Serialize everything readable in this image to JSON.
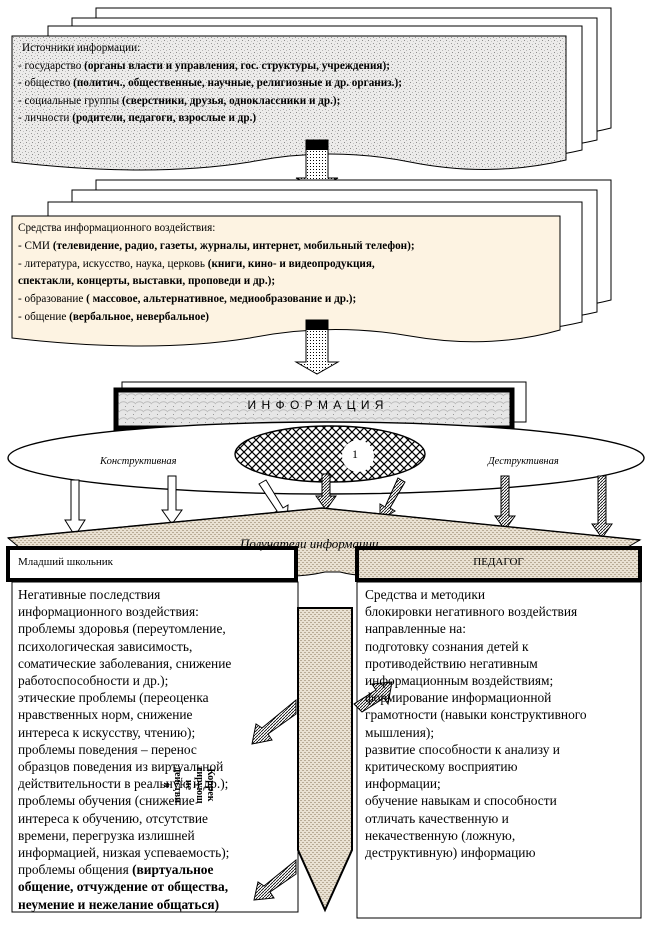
{
  "sources": {
    "title": "Источники информации:",
    "lines": [
      {
        "plain": "- государство ",
        "bold": "(органы власти и управления, гос. структуры, учреждения);"
      },
      {
        "plain": "- общество ",
        "bold": "(политич., общественные, научные, религиозные и др. организ.);"
      },
      {
        "plain": "- социальные группы ",
        "bold": "(сверстники, друзья, одноклассники и др.);"
      },
      {
        "plain": "- личности ",
        "bold": "(родители, педагоги, взрослые и др.)"
      }
    ]
  },
  "means": {
    "title": "Средства информационного воздействия:",
    "lines": [
      {
        "plain": "- СМИ ",
        "bold": "(телевидение, радио, газеты, журналы, интернет, мобильный телефон);"
      },
      {
        "plain": "- литература, искусство, наука, церковь ",
        "bold": "(книги, кино- и видеопродукция,"
      },
      {
        "plain": "",
        "bold": "спектакли, концерты, выставки, проповеди и др.);"
      },
      {
        "plain": "- образование ",
        "bold": "( массовое, альтернативное, медиообразование и др.);"
      },
      {
        "plain": "- общение ",
        "bold": "(вербальное, невербальное)"
      }
    ]
  },
  "information": {
    "label": "И Н Ф О Р М А Ц И Я",
    "oval_number": "1",
    "constructive": "Конструктивная",
    "destructive": "Деструктивная"
  },
  "recipients": {
    "label": "Получатели информации"
  },
  "student": {
    "header": "Младший школьник",
    "lines": [
      {
        "plain": "Негативные последствия"
      },
      {
        "plain": "информационного воздействия:"
      },
      {
        "plain": "проблемы здоровья (переутомление,"
      },
      {
        "plain": "психологическая зависимость,"
      },
      {
        "plain": "соматические заболевания, снижение"
      },
      {
        "plain": "работоспособности и др.);"
      },
      {
        "plain": "этические проблемы (переоценка"
      },
      {
        "plain": "нравственных норм, снижение"
      },
      {
        "plain": "интереса к искусству, чтению);"
      },
      {
        "plain": "проблемы поведения – перенос"
      },
      {
        "plain": "образцов поведения из виртуальной"
      },
      {
        "plain": "действительности в реальную и др.);"
      },
      {
        "plain": "проблемы обучения (снижение"
      },
      {
        "plain": "интереса к обучению, отсутствие"
      },
      {
        "plain": "времени, перегрузка излишней"
      },
      {
        "plain": "информацией, низкая успеваемость);"
      },
      {
        "plain": "проблемы общения ",
        "bold": "(виртуальное"
      },
      {
        "plain": "",
        "bold": "общение, отчуждение от общества,"
      },
      {
        "plain": "",
        "bold": "неумение и нежелание общаться)"
      }
    ]
  },
  "teacher": {
    "header": "ПЕДАГОГ",
    "lines": [
      "Средства и методики",
      "блокировки негативного воздействия",
      "направленные на:",
      "подготовку сознания детей к",
      "противодействию негативным",
      "информационным воздействиям;",
      "формирование информационной",
      "грамотности (навыки конструктивного",
      "мышления);",
      "развитие способности к анализу и",
      "критическому восприятию",
      "информации;",
      "обучение навыкам и способности",
      "отличать качественную и",
      "некачественную (ложную,",
      "деструктивную) информацию"
    ]
  },
  "correction": {
    "lines": [
      "Коррек",
      "тирующ",
      "ие",
      "действи",
      "я"
    ]
  }
}
